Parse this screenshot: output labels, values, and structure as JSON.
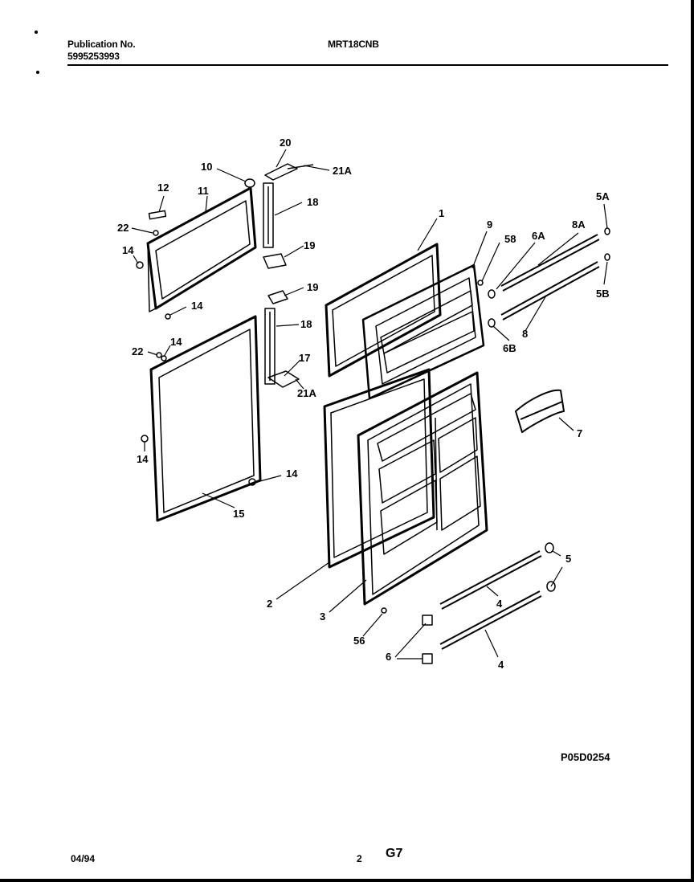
{
  "header": {
    "publication_label": "Publication No.",
    "publication_number": "5995253993",
    "model": "MRT18CNB"
  },
  "diagram": {
    "callouts": {
      "c1": "1",
      "c2": "2",
      "c3": "3",
      "c4a": "4",
      "c4b": "4",
      "c5": "5",
      "c5a": "5A",
      "c5b": "5B",
      "c6": "6",
      "c6a": "6A",
      "c6b": "6B",
      "c7": "7",
      "c8": "8",
      "c8a": "8A",
      "c9": "9",
      "c10": "10",
      "c11": "11",
      "c12": "12",
      "c14a": "14",
      "c14b": "14",
      "c14c": "14",
      "c14d": "14",
      "c14e": "14",
      "c15": "15",
      "c17": "17",
      "c18a": "18",
      "c18b": "18",
      "c19a": "19",
      "c19b": "19",
      "c20": "20",
      "c21a_top": "21A",
      "c21a_bot": "21A",
      "c22a": "22",
      "c22b": "22",
      "c56": "56",
      "c58": "58"
    },
    "diagram_code": "P05D0254"
  },
  "footer": {
    "date": "04/94",
    "page": "2",
    "section": "G7"
  }
}
